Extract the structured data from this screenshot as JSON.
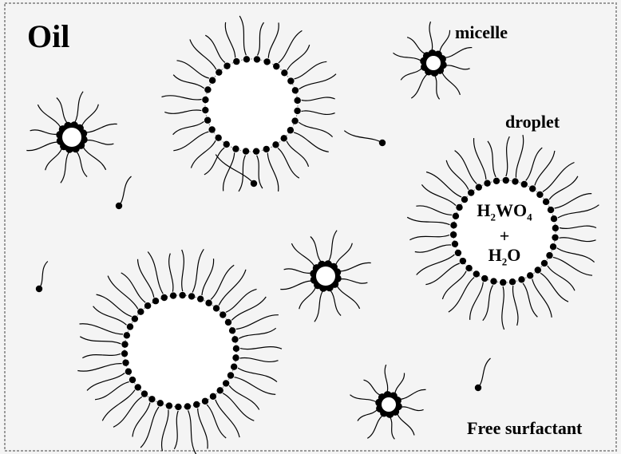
{
  "labels": {
    "oil": "Oil",
    "micelle": "micelle",
    "droplet": "droplet",
    "free_surfactant": "Free surfactant"
  },
  "droplet_content": {
    "line1_a": "H",
    "line1_sub1": "2",
    "line1_b": "WO",
    "line1_sub2": "4",
    "line2": "+",
    "line3_a": "H",
    "line3_sub": "2",
    "line3_b": "O"
  },
  "colors": {
    "background": "#f4f4f4",
    "ink": "#000000",
    "droplet_interior": "#ffffff"
  }
}
